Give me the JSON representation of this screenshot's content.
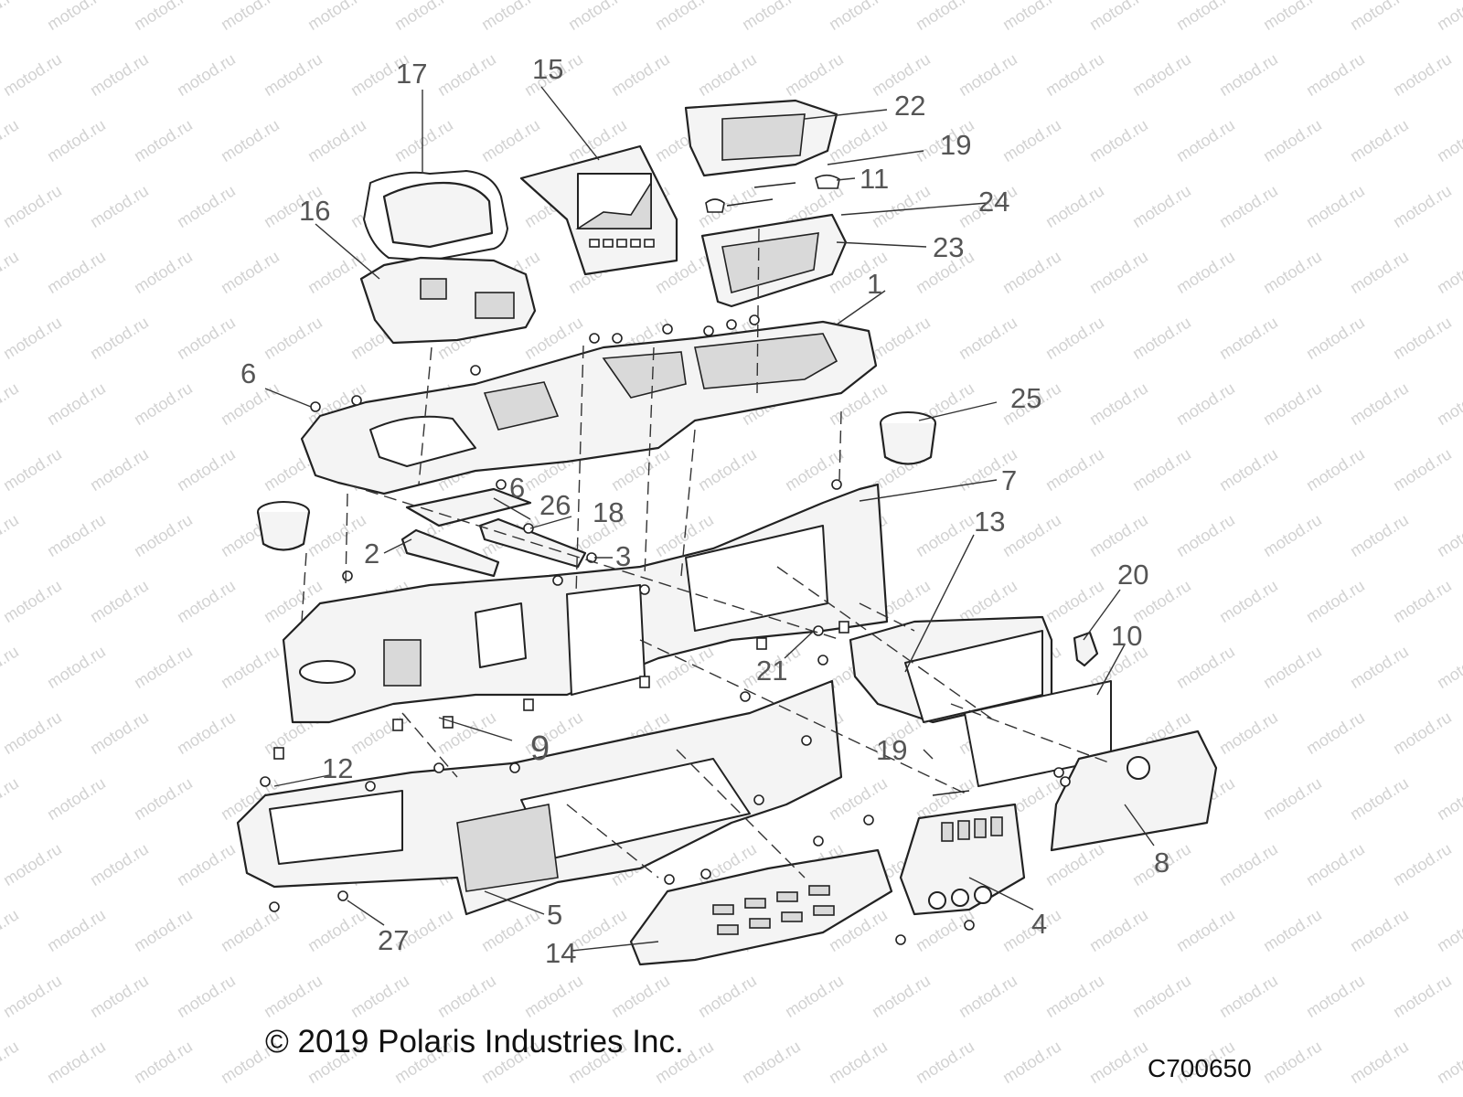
{
  "watermark": {
    "text": "motod.ru"
  },
  "callouts": {
    "c1": "1",
    "c2": "2",
    "c3": "3",
    "c4": "4",
    "c5": "5",
    "c6a": "6",
    "c6b": "6",
    "c7": "7",
    "c8": "8",
    "c9": "9",
    "c10": "10",
    "c11": "11",
    "c12": "12",
    "c13": "13",
    "c14": "14",
    "c15": "15",
    "c16": "16",
    "c17": "17",
    "c18": "18",
    "c19a": "19",
    "c19b": "19",
    "c20": "20",
    "c21": "21",
    "c22": "22",
    "c23": "23",
    "c24": "24",
    "c25": "25",
    "c26": "26",
    "c27": "27"
  },
  "footer": {
    "copyright": "© 2019 Polaris Industries Inc.",
    "doc_id": "C700650"
  }
}
